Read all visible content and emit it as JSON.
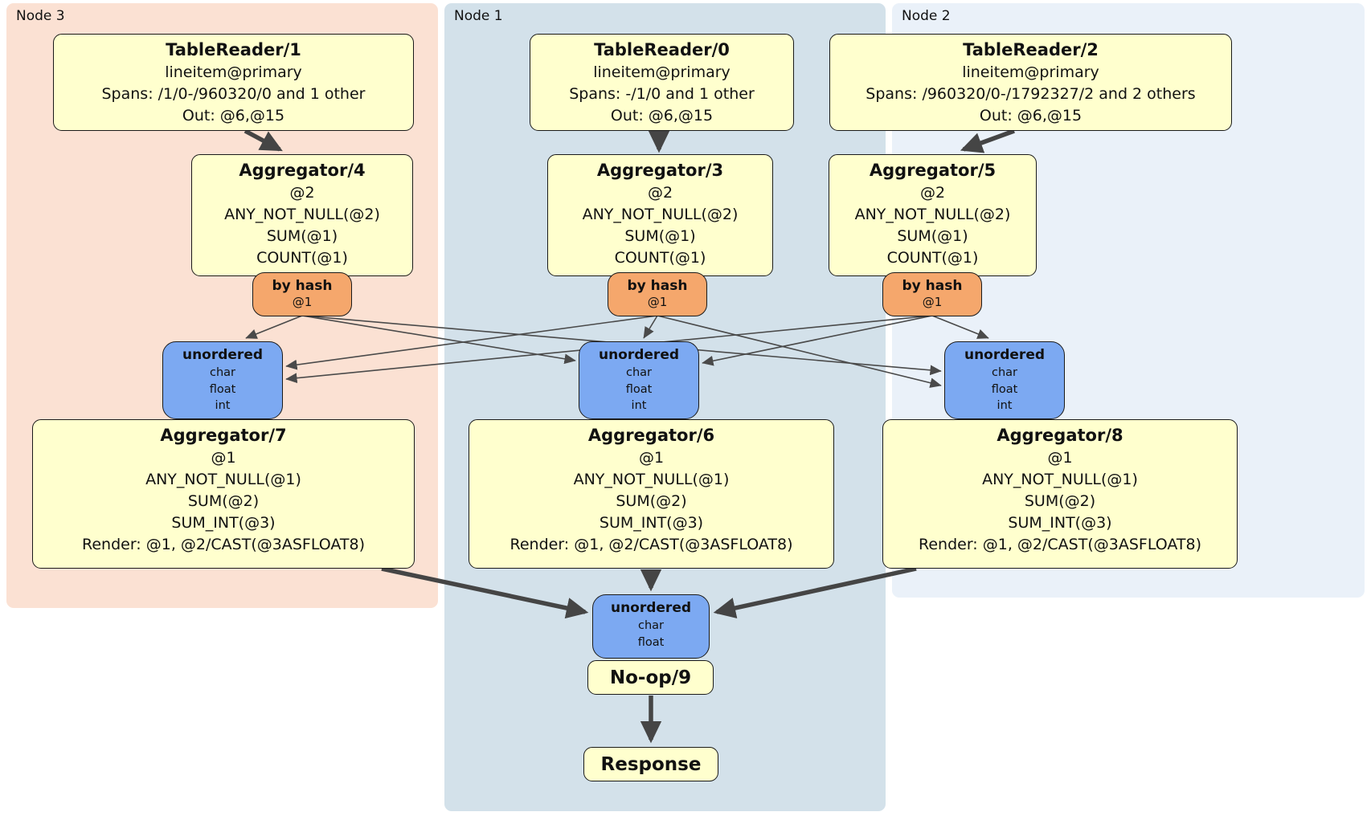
{
  "panels": {
    "node3": {
      "label": "Node 3"
    },
    "node1": {
      "label": "Node 1"
    },
    "node2": {
      "label": "Node 2"
    }
  },
  "boxes": {
    "tr1": {
      "title": "TableReader/1",
      "lines": [
        "lineitem@primary",
        "Spans: /1/0-/960320/0 and 1 other",
        "Out: @6,@15"
      ]
    },
    "tr0": {
      "title": "TableReader/0",
      "lines": [
        "lineitem@primary",
        "Spans: -/1/0 and 1 other",
        "Out: @6,@15"
      ]
    },
    "tr2": {
      "title": "TableReader/2",
      "lines": [
        "lineitem@primary",
        "Spans: /960320/0-/1792327/2 and 2 others",
        "Out: @6,@15"
      ]
    },
    "agg4": {
      "title": "Aggregator/4",
      "lines": [
        "@2",
        "ANY_NOT_NULL(@2)",
        "SUM(@1)",
        "COUNT(@1)"
      ]
    },
    "agg3": {
      "title": "Aggregator/3",
      "lines": [
        "@2",
        "ANY_NOT_NULL(@2)",
        "SUM(@1)",
        "COUNT(@1)"
      ]
    },
    "agg5": {
      "title": "Aggregator/5",
      "lines": [
        "@2",
        "ANY_NOT_NULL(@2)",
        "SUM(@1)",
        "COUNT(@1)"
      ]
    },
    "bh3": {
      "title": "by hash",
      "lines": [
        "@1"
      ]
    },
    "bh1": {
      "title": "by hash",
      "lines": [
        "@1"
      ]
    },
    "bh2": {
      "title": "by hash",
      "lines": [
        "@1"
      ]
    },
    "u3": {
      "title": "unordered",
      "lines": [
        "char",
        "float",
        "int"
      ]
    },
    "u1": {
      "title": "unordered",
      "lines": [
        "char",
        "float",
        "int"
      ]
    },
    "u2": {
      "title": "unordered",
      "lines": [
        "char",
        "float",
        "int"
      ]
    },
    "agg7": {
      "title": "Aggregator/7",
      "lines": [
        "@1",
        "ANY_NOT_NULL(@1)",
        "SUM(@2)",
        "SUM_INT(@3)",
        "Render: @1, @2/CAST(@3ASFLOAT8)"
      ]
    },
    "agg6": {
      "title": "Aggregator/6",
      "lines": [
        "@1",
        "ANY_NOT_NULL(@1)",
        "SUM(@2)",
        "SUM_INT(@3)",
        "Render: @1, @2/CAST(@3ASFLOAT8)"
      ]
    },
    "agg8": {
      "title": "Aggregator/8",
      "lines": [
        "@1",
        "ANY_NOT_NULL(@1)",
        "SUM(@2)",
        "SUM_INT(@3)",
        "Render: @1, @2/CAST(@3ASFLOAT8)"
      ]
    },
    "ubottom": {
      "title": "unordered",
      "lines": [
        "char",
        "float"
      ]
    },
    "noop": {
      "title": "No-op/9"
    },
    "response": {
      "title": "Response"
    }
  },
  "colors": {
    "panel_node3": "#fbe1d3",
    "panel_node1": "#d3e1ea",
    "panel_node2": "#eaf1f9",
    "box_yellow": "#ffffce",
    "box_orange": "#f5a76c",
    "box_blue": "#7ca9f2",
    "edge": "#4a4a4a"
  }
}
